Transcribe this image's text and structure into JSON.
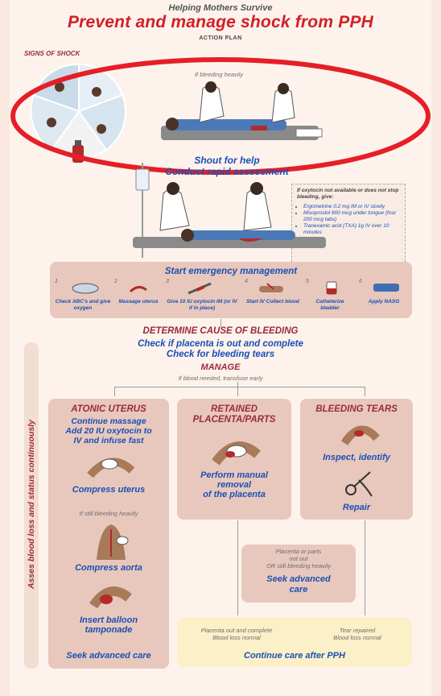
{
  "header": {
    "program": "Helping Mothers Survive",
    "title": "Prevent and manage shock from PPH",
    "subtitle": "ACTION PLAN"
  },
  "signs": {
    "label": "SIGNS OF SHOCK"
  },
  "top": {
    "if_bleeding": "If bleeding heavily",
    "shout": "Shout for help",
    "assessment": "Conduct rapid assessment"
  },
  "alternatives": {
    "intro": "If oxytocin not available or does not stop bleeding, give:",
    "items": [
      "Ergometrine 0.2 mg IM or IV slowly",
      "Misoprostol 800 mcg under tongue (four 200 mcg tabs)",
      "Tranexamic acid (TXA) 1g IV over 10 minutes"
    ]
  },
  "emergency": {
    "title": "Start emergency management",
    "steps": [
      {
        "num": "1",
        "label": "Check ABC's and give oxygen"
      },
      {
        "num": "2",
        "label": "Massage uterus"
      },
      {
        "num": "3",
        "label": "Give 10 IU oxytocin IM (or IV if in place)"
      },
      {
        "num": "4",
        "label": "Start IV Collect blood"
      },
      {
        "num": "5",
        "label": "Catheterize bladder"
      },
      {
        "num": "6",
        "label": "Apply NASG"
      }
    ]
  },
  "cause": {
    "title": "DETERMINE CAUSE OF BLEEDING",
    "check1": "Check if placenta is out and complete",
    "check2": "Check for bleeding tears",
    "manage": "MANAGE",
    "transfuse": "If blood needed, transfuse early"
  },
  "side": {
    "label": "Asses blood loss and status continuously"
  },
  "atonic": {
    "title": "ATONIC UTERUS",
    "lines": [
      "Continue massage",
      "Add 20 IU oxytocin to",
      "IV and infuse fast"
    ],
    "compress_uterus": "Compress uterus",
    "still_bleeding": "If still bleeding heavily",
    "compress_aorta": "Compress aorta",
    "balloon": [
      "Insert balloon",
      "tamponade"
    ],
    "seek_care": "Seek advanced care"
  },
  "retained": {
    "title": [
      "RETAINED",
      "PLACENTA/PARTS"
    ],
    "action": [
      "Perform manual",
      "removal",
      "of the placenta"
    ]
  },
  "tears": {
    "title": "BLEEDING TEARS",
    "inspect": "Inspect, identify",
    "repair": "Repair"
  },
  "not_out": {
    "lines": [
      "Placenta or parts",
      "not out",
      "OR still bleeding heavily"
    ],
    "seek": [
      "Seek advanced",
      "care"
    ]
  },
  "continue": {
    "left": [
      "Placenta out and complete",
      "Blood loss normal"
    ],
    "right": [
      "Tear repaired",
      "Blood loss normal"
    ],
    "title": "Continue care after PPH"
  }
}
